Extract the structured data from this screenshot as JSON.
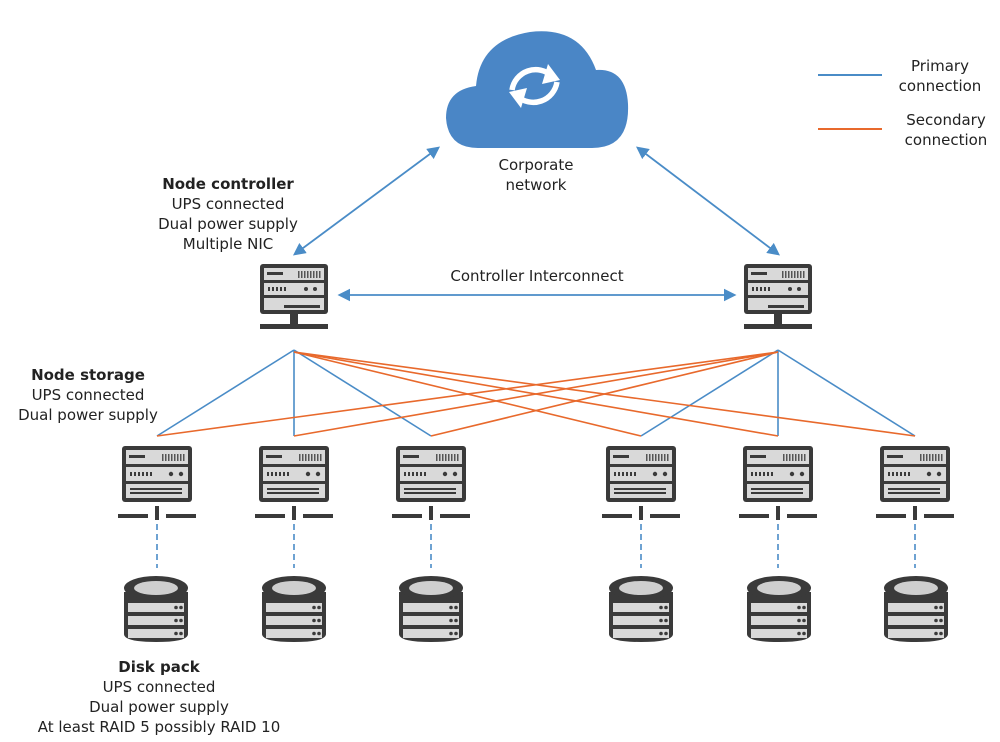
{
  "cloud": {
    "label_line1": "Corporate",
    "label_line2": "network",
    "icon": "sync-icon"
  },
  "controller_info": {
    "title": "Node controller",
    "lines": [
      "UPS connected",
      "Dual power supply",
      "Multiple NIC"
    ]
  },
  "interconnect_label": "Controller Interconnect",
  "storage_info": {
    "title": "Node storage",
    "lines": [
      "UPS connected",
      "Dual power supply"
    ]
  },
  "disk_info": {
    "title": "Disk pack",
    "lines": [
      "UPS connected",
      "Dual power supply",
      "At least RAID 5 possibly RAID 10"
    ]
  },
  "legend": {
    "primary": {
      "line1": "Primary",
      "line2": "connection",
      "color": "#4a8cc7"
    },
    "secondary": {
      "line1": "Secondary",
      "line2": "connection",
      "color": "#e8692c"
    }
  },
  "colors": {
    "cloud": "#4a86c6",
    "server_body": "#3a3a3a",
    "server_bay": "#d9d9d9"
  },
  "storage_nodes": [
    {
      "id": "storage-1"
    },
    {
      "id": "storage-2"
    },
    {
      "id": "storage-3"
    },
    {
      "id": "storage-4"
    },
    {
      "id": "storage-5"
    },
    {
      "id": "storage-6"
    }
  ]
}
